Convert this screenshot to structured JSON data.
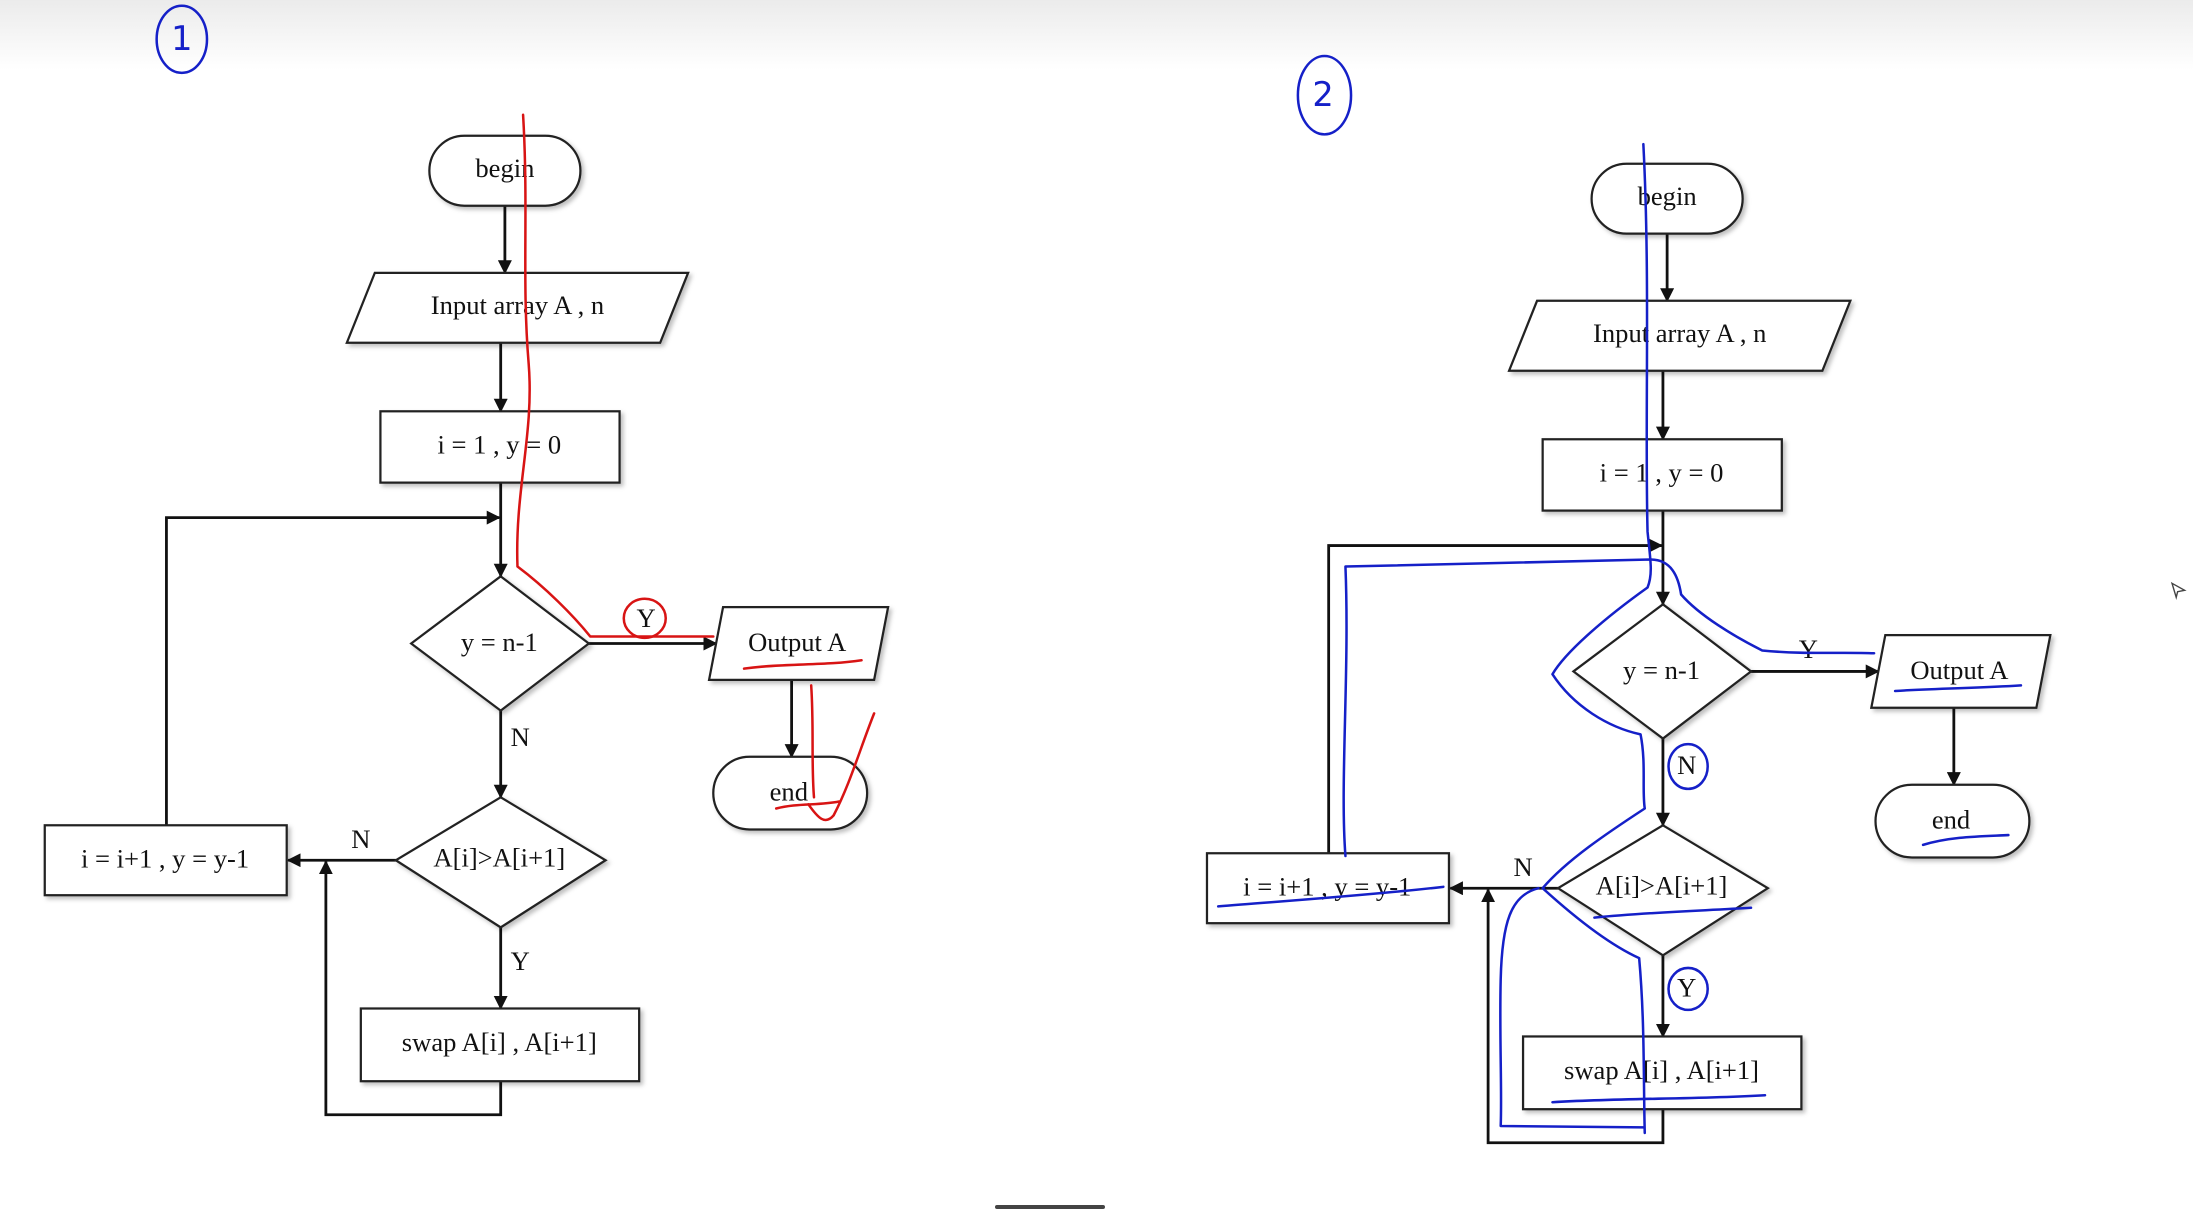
{
  "annotations": {
    "label_1": "1",
    "label_2": "2",
    "red_color": "#d81414",
    "blue_color": "#1520c8"
  },
  "flowcharts": [
    {
      "begin": "begin",
      "input": "Input array A , n",
      "init": "i = 1 , y = 0",
      "cond1": "y = n-1",
      "cond1_yes": "Y",
      "cond1_no": "N",
      "output": "Output A",
      "end": "end",
      "cond2": "A[i]>A[i+1]",
      "cond2_no": "N",
      "cond2_yes": "Y",
      "increment": "i = i+1 , y = y-1",
      "swap": "swap A[i] , A[i+1]"
    },
    {
      "begin": "begin",
      "input": "Input array A , n",
      "init": "i = 1 , y = 0",
      "cond1": "y = n-1",
      "cond1_yes": "Y",
      "cond1_no": "N",
      "output": "Output A",
      "end": "end",
      "cond2": "A[i]>A[i+1]",
      "cond2_no": "N",
      "cond2_yes": "Y",
      "increment": "i = i+1 , y = y-1",
      "swap": "swap A[i] , A[i+1]"
    }
  ],
  "cursor_icon": "mouse-pointer-icon"
}
